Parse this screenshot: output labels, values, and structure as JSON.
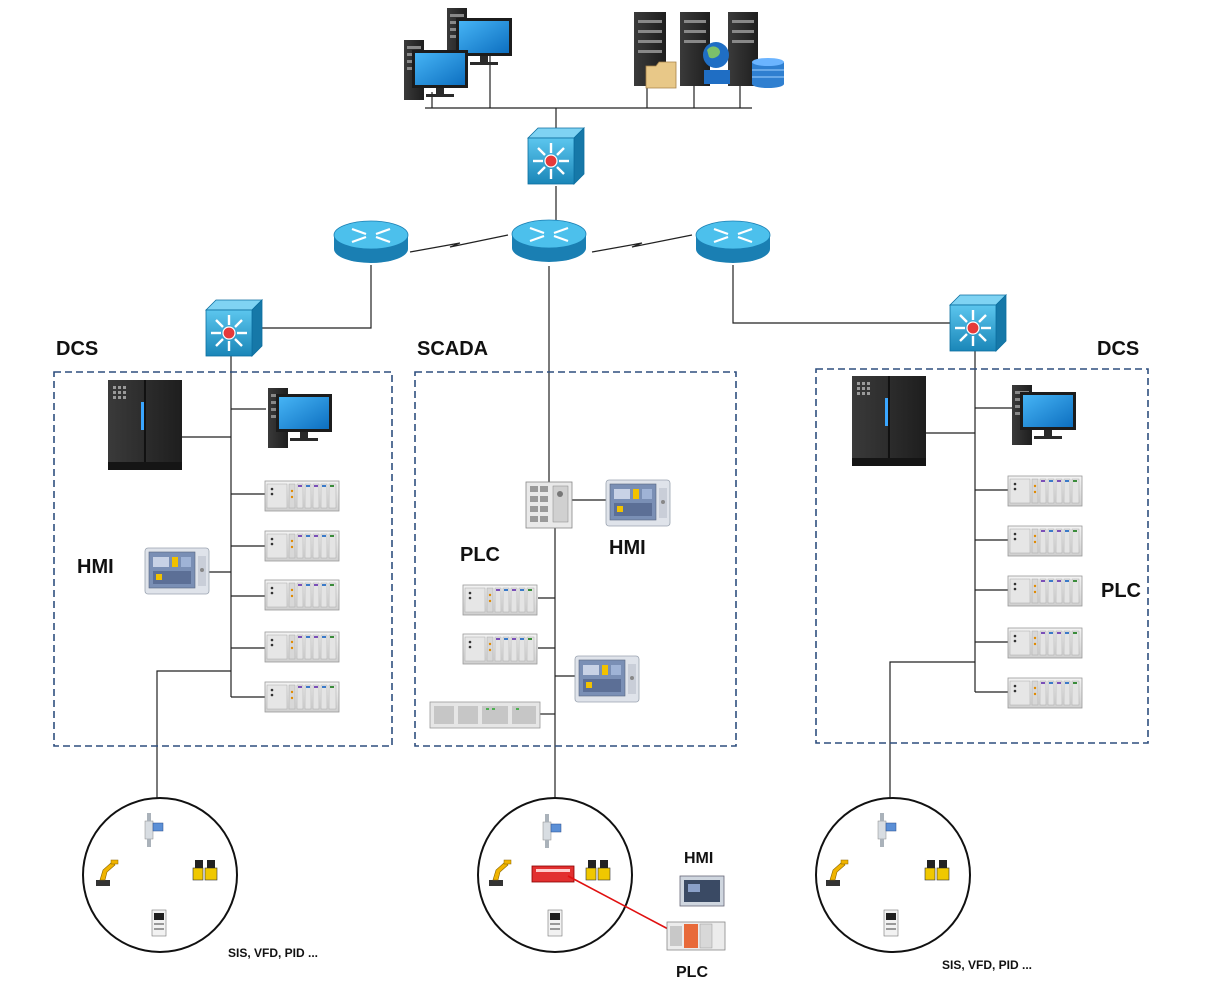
{
  "labels": {
    "dcs_left": "DCS",
    "scada": "SCADA",
    "dcs_right": "DCS",
    "hmi_left": "HMI",
    "plc_center": "PLC",
    "hmi_center": "HMI",
    "plc_right": "PLC",
    "field_left_caption": "SIS, VFD, PID ...",
    "field_right_caption": "SIS, VFD, PID ...",
    "field_center_hmi": "HMI",
    "field_center_plc": "PLC"
  },
  "colors": {
    "zone_border": "#2f4f7f",
    "device_blue": "#2aa7d8",
    "device_dark": "#2b2b2b",
    "monitor_blue": "#1b8ee0",
    "wire": "#222222",
    "red_link": "#e01010",
    "robot_yellow": "#f0b400"
  },
  "icons": [
    "workstation-icon",
    "server-rack-icon",
    "core-switch-icon",
    "router-icon",
    "layer3-switch-icon",
    "plc-rack-icon",
    "hmi-panel-icon",
    "robot-arm-icon",
    "flowmeter-icon",
    "actuator-icon",
    "drive-icon"
  ]
}
